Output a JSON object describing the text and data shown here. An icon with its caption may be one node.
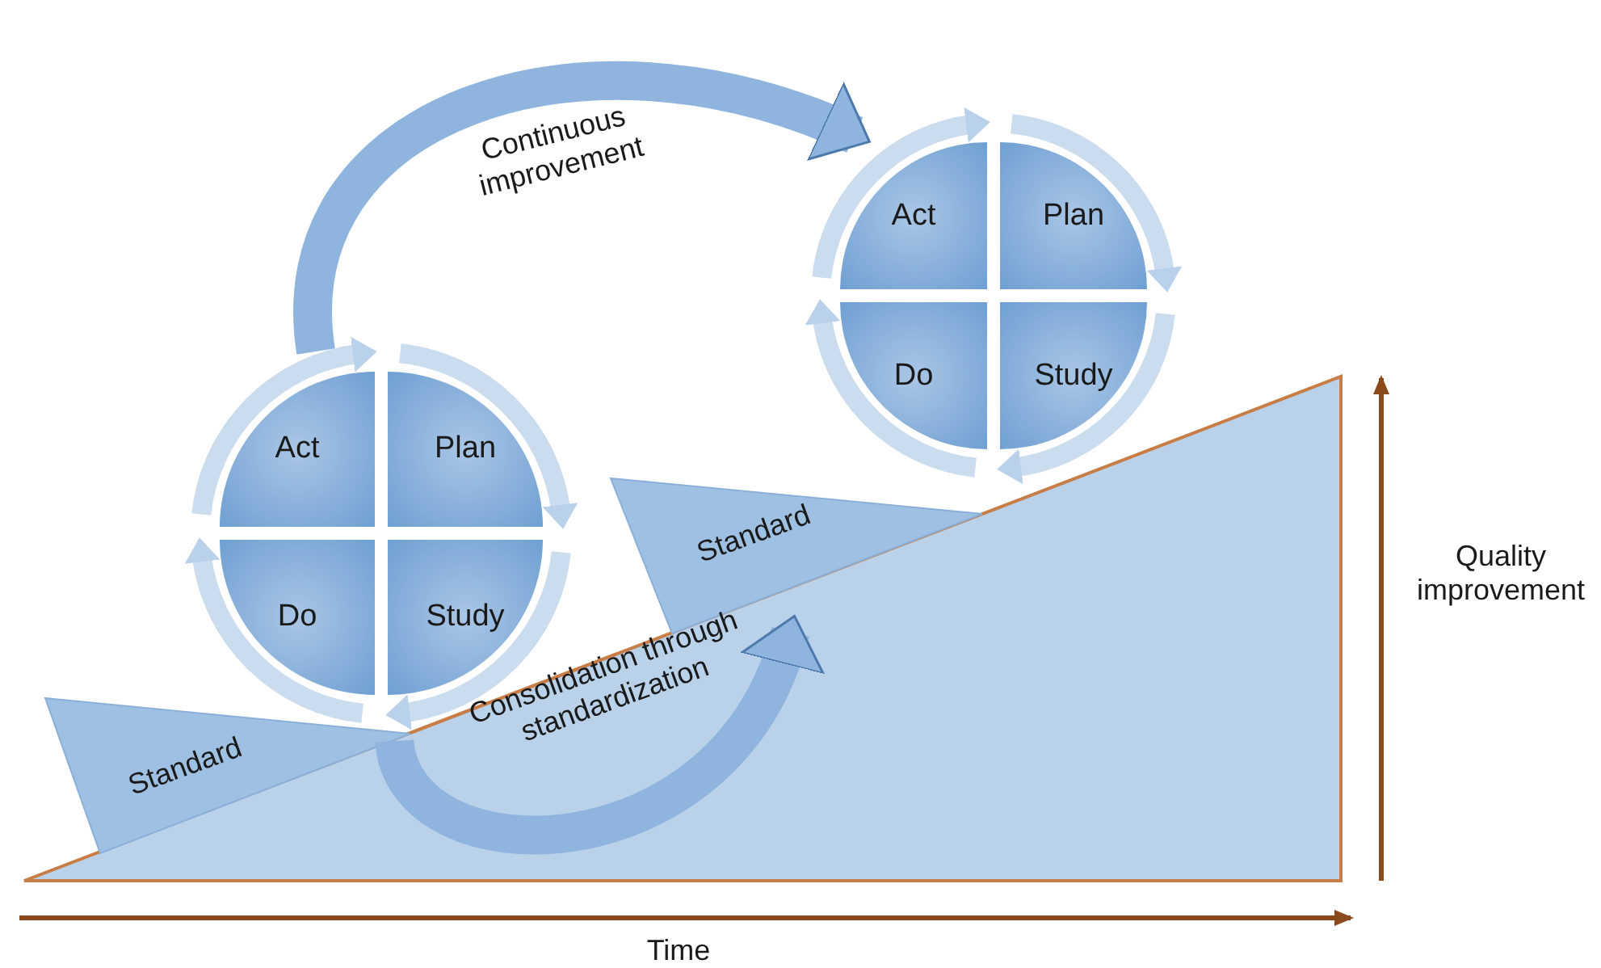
{
  "diagram": {
    "nodes": [
      {
        "text": [
          "Act"
        ]
      },
      {
        "text": [
          "Plan"
        ]
      },
      {
        "text": [
          "Do"
        ]
      },
      {
        "text": [
          "Study"
        ]
      },
      {
        "text": [
          "Act"
        ]
      },
      {
        "text": [
          "Plan"
        ]
      },
      {
        "text": [
          "Do"
        ]
      },
      {
        "text": [
          "Study"
        ]
      },
      {
        "text": [
          "Standard"
        ]
      },
      {
        "text": [
          "Standard"
        ]
      }
    ],
    "edges": [
      {
        "from": 0,
        "to": 4,
        "arrow": "to",
        "label": "Continuous improvement",
        "style": "thick"
      },
      {
        "from": 0,
        "to": 1,
        "arrow": "to"
      },
      {
        "from": 1,
        "to": 3,
        "arrow": "to"
      },
      {
        "from": 3,
        "to": 2,
        "arrow": "to"
      },
      {
        "from": 2,
        "to": 0,
        "arrow": "to"
      },
      {
        "from": 4,
        "to": 5,
        "arrow": "to"
      },
      {
        "from": 5,
        "to": 7,
        "arrow": "to"
      },
      {
        "from": 7,
        "to": 6,
        "arrow": "to"
      },
      {
        "from": 6,
        "to": 4,
        "arrow": "to"
      },
      {
        "from": 8,
        "to": 9,
        "arrow": "to",
        "label": "Consolidation through standardization",
        "style": "thick"
      }
    ],
    "labels": [
      "Quality improvement",
      "Time"
    ]
  }
}
